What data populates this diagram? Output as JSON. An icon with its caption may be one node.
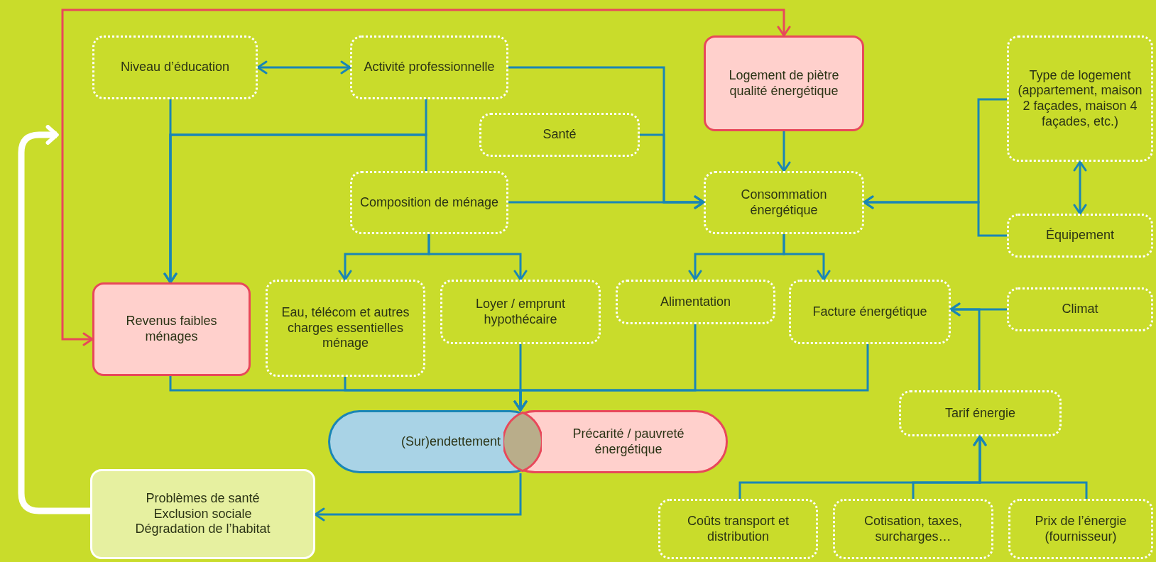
{
  "diagram": {
    "nodes": [
      {
        "text": [
          "Niveau d’éducation"
        ]
      },
      {
        "text": [
          "Activité professionnelle"
        ]
      },
      {
        "text": [
          "Logement de piètre qualité énergétique"
        ]
      },
      {
        "text": [
          "Type de logement (appartement, maison 2 façades, maison 4 façades, etc.)"
        ]
      },
      {
        "text": [
          "Santé"
        ]
      },
      {
        "text": [
          "Composition de ménage"
        ]
      },
      {
        "text": [
          "Consommation énergétique"
        ]
      },
      {
        "text": [
          "Équipement"
        ]
      },
      {
        "text": [
          "Revenus faibles ménages"
        ]
      },
      {
        "text": [
          "Eau, télécom et autres charges essentielles ménage"
        ]
      },
      {
        "text": [
          "Loyer / emprunt hypothécaire"
        ]
      },
      {
        "text": [
          "Alimentation"
        ]
      },
      {
        "text": [
          "Facture énergétique"
        ]
      },
      {
        "text": [
          "Climat"
        ]
      },
      {
        "text": [
          "(Sur)endettement"
        ]
      },
      {
        "text": [
          "Précarité / pauvreté énergétique"
        ]
      },
      {
        "text": [
          "Tarif énergie"
        ]
      },
      {
        "text": [
          "Problèmes de santé",
          "Exclusion sociale",
          "Dégradation de l’habitat"
        ]
      },
      {
        "text": [
          "Coûts transport et distribution"
        ]
      },
      {
        "text": [
          "Cotisation, taxes, surcharges…"
        ]
      },
      {
        "text": [
          "Prix de l’énergie (fournisseur)"
        ]
      }
    ],
    "edges": [
      {
        "from": 0,
        "to": 1,
        "arrow": "both"
      },
      {
        "from": 0,
        "to": 8,
        "arrow": "to"
      },
      {
        "from": 1,
        "to": 8,
        "arrow": "to"
      },
      {
        "from": 5,
        "to": 8,
        "arrow": "to"
      },
      {
        "from": 1,
        "to": 6,
        "arrow": "to"
      },
      {
        "from": 4,
        "to": 6,
        "arrow": "to"
      },
      {
        "from": 5,
        "to": 6,
        "arrow": "to"
      },
      {
        "from": 2,
        "to": 6,
        "arrow": "to"
      },
      {
        "from": 3,
        "to": 6,
        "arrow": "to"
      },
      {
        "from": 7,
        "to": 6,
        "arrow": "to"
      },
      {
        "from": 3,
        "to": 7,
        "arrow": "both"
      },
      {
        "from": 5,
        "to": 9,
        "arrow": "to"
      },
      {
        "from": 5,
        "to": 10,
        "arrow": "to"
      },
      {
        "from": 6,
        "to": 11,
        "arrow": "to"
      },
      {
        "from": 6,
        "to": 12,
        "arrow": "to"
      },
      {
        "from": 8,
        "to": 15,
        "arrow": "to"
      },
      {
        "from": 9,
        "to": 15,
        "arrow": "to"
      },
      {
        "from": 10,
        "to": 15,
        "arrow": "to"
      },
      {
        "from": 11,
        "to": 15,
        "arrow": "to"
      },
      {
        "from": 12,
        "to": 15,
        "arrow": "to"
      },
      {
        "from": 15,
        "to": 17,
        "arrow": "to"
      },
      {
        "from": 13,
        "to": 12,
        "arrow": "to"
      },
      {
        "from": 16,
        "to": 12,
        "arrow": "to"
      },
      {
        "from": 18,
        "to": 16,
        "arrow": "to"
      },
      {
        "from": 19,
        "to": 16,
        "arrow": "to"
      },
      {
        "from": 20,
        "to": 16,
        "arrow": "to"
      },
      {
        "from": 8,
        "to": 2,
        "arrow": "both",
        "color": "#e8485a"
      },
      {
        "from": 17,
        "to": null,
        "arrow": "to",
        "style": "thick",
        "color": "#ffffff"
      }
    ]
  }
}
